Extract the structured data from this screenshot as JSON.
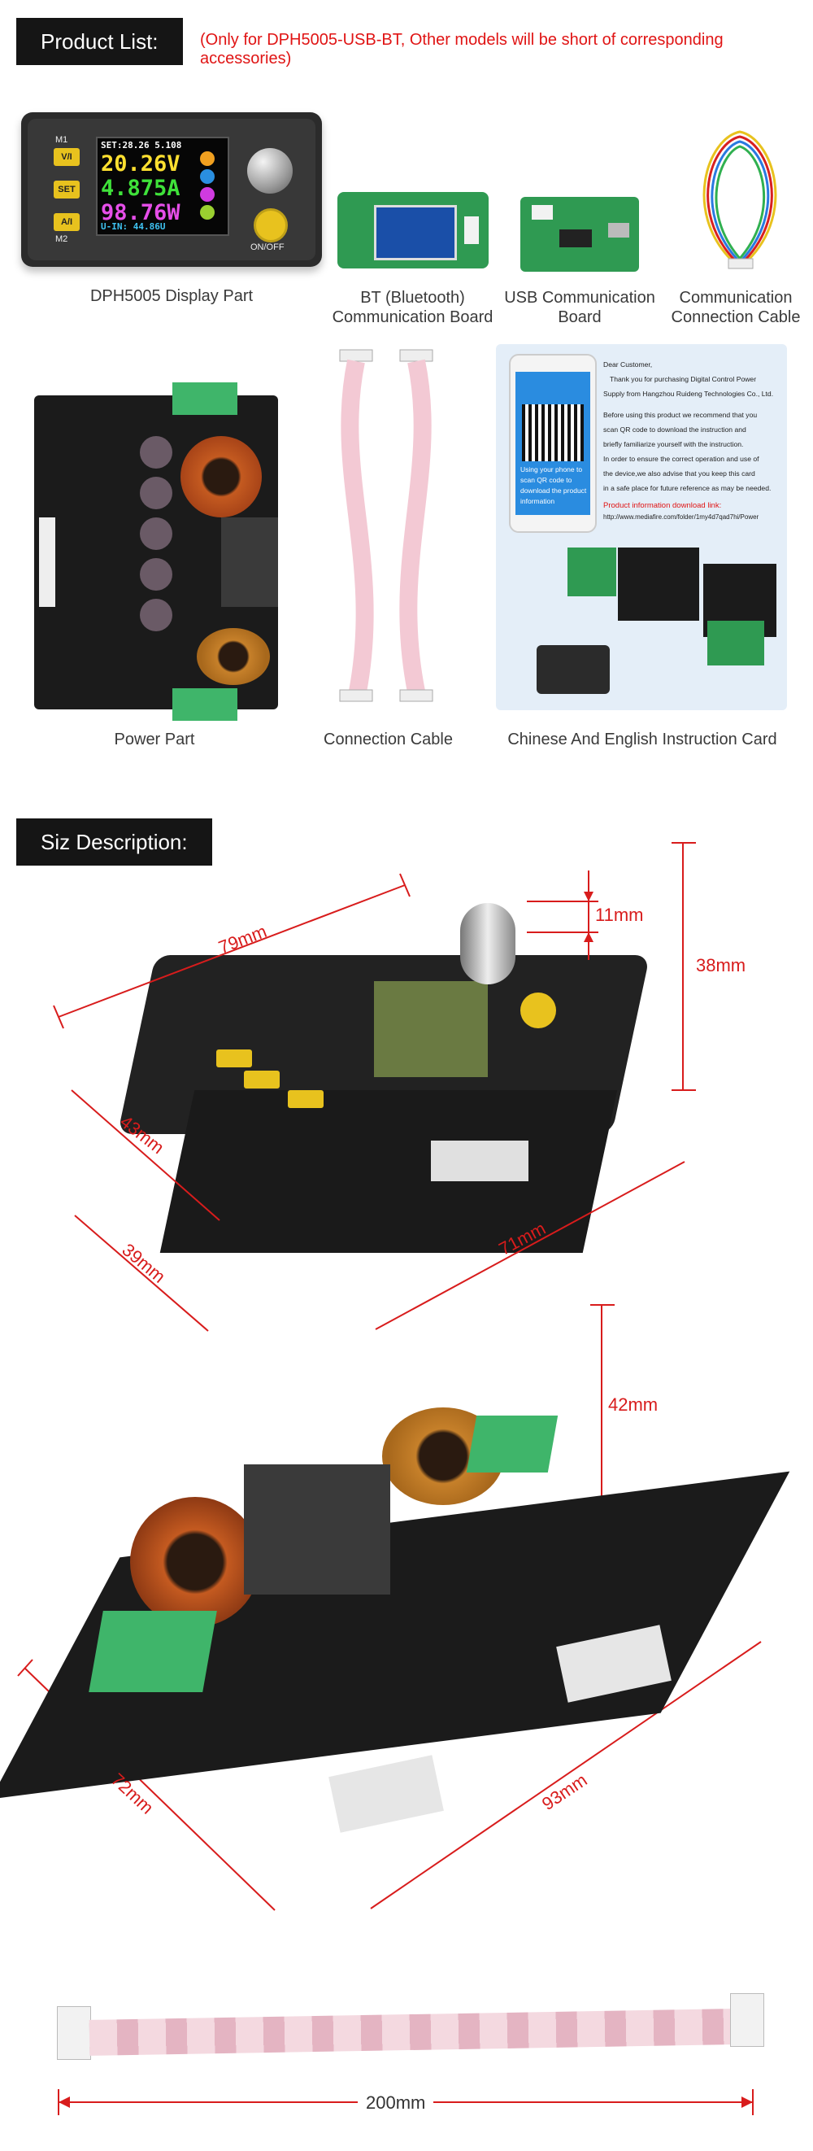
{
  "product_list": {
    "title": "Product List:",
    "note": "(Only for DPH5005-USB-BT, Other models will be short of corresponding accessories)"
  },
  "display_part": {
    "caption": "DPH5005 Display Part",
    "m1": "M1",
    "m2": "M2",
    "btn_vi": "V/I",
    "btn_set": "SET",
    "btn_ai": "A/I",
    "lcd": {
      "set_line": "SET:28.26 5.108",
      "voltage": "20.26V",
      "current": "4.875A",
      "power": "98.76W",
      "input": "U-IN: 44.86U"
    },
    "onoff": "ON/OFF"
  },
  "items": {
    "bt_board": "BT (Bluetooth)\nCommunication Board",
    "usb_board": "USB Communication\nBoard",
    "comm_cable": "Communication\nConnection Cable",
    "power_part": "Power Part",
    "conn_cable": "Connection Cable",
    "instruction_card": "Chinese And English Instruction Card"
  },
  "card": {
    "greeting": "Dear Customer,",
    "lines": [
      "Thank you for purchasing Digital Control Power",
      "Supply from Hangzhou Ruideng Technologies Co., Ltd.",
      "Before using this product we recommend that you",
      "scan QR code to download the instruction and",
      "briefly familiarize yourself with the instruction.",
      "In order to ensure the correct operation and use of",
      "the device,we also advise that you keep this card",
      "in a safe place for future reference as may be needed."
    ],
    "phone_text": "Using your phone to scan QR code to download the product information",
    "link_label": "Product information download link:",
    "link_url": "http://www.mediafire.com/folder/1my4d7qad7hi/Power"
  },
  "size_description": {
    "title": "Siz Description:",
    "display": {
      "width": "79mm",
      "knob": "11mm",
      "height": "38mm",
      "side": "43mm",
      "depth": "39mm",
      "cut_width": "71mm"
    },
    "power": {
      "height": "42mm",
      "width": "72mm",
      "length": "93mm"
    },
    "cable": {
      "length": "200mm"
    }
  },
  "colors": {
    "accent_red": "#d81c1c",
    "tag_bg": "#151515",
    "pcb_green": "#2f9a52",
    "terminal_green": "#3fb56a"
  }
}
